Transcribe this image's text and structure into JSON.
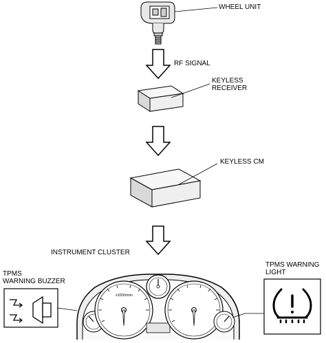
{
  "labels": {
    "wheel_unit": "WHEEL UNIT",
    "rf_signal": "RF SIGNAL",
    "keyless_receiver_line1": "KEYLESS",
    "keyless_receiver_line2": "RECEIVER",
    "keyless_cm": "KEYLESS CM",
    "instrument_cluster": "INSTRUMENT CLUSTER",
    "tpms_buzzer_line1": "TPMS",
    "tpms_buzzer_line2": "WARNING BUZZER",
    "tpms_light_line1": "TPMS WARNING",
    "tpms_light_line2": "LIGHT",
    "speedo_unit": "x1000r/min"
  },
  "colors": {
    "stroke": "#000000",
    "box_fill": "#f2f2f2",
    "box_side": "#d9d9d9",
    "background": "#ffffff"
  },
  "icons": {
    "buzzer": "speaker-with-sound-waves-icon",
    "warning_light": "tire-pressure-warning-icon"
  }
}
